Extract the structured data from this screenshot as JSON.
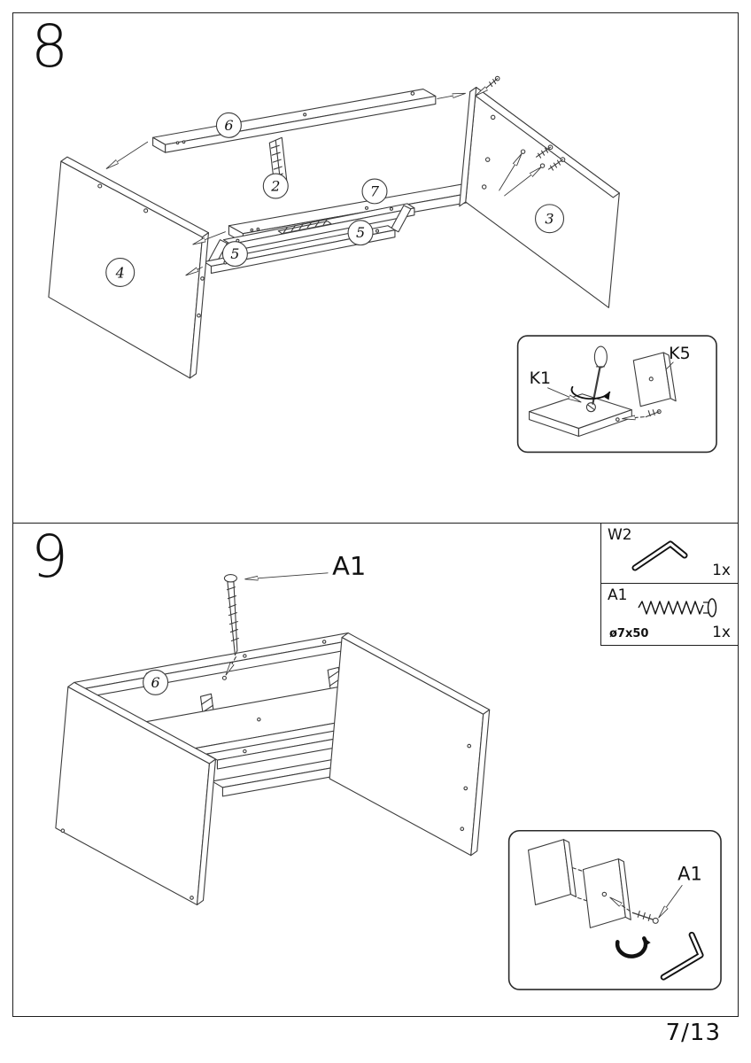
{
  "page": {
    "number": "7/13"
  },
  "step8": {
    "number": "8",
    "callouts": {
      "part6": "6",
      "part2": "2",
      "part7": "7",
      "part5_left": "5",
      "part5_right": "5",
      "part4": "4",
      "part3": "3"
    },
    "inset": {
      "k1": "K1",
      "k5": "K5"
    }
  },
  "step9": {
    "number": "9",
    "screw_label": "A1",
    "callouts": {
      "part6": "6"
    },
    "hardware": [
      {
        "code": "W2",
        "qty": "1x"
      },
      {
        "code": "A1",
        "size": "ø7x50",
        "qty": "1x"
      }
    ],
    "inset": {
      "a1": "A1"
    }
  }
}
